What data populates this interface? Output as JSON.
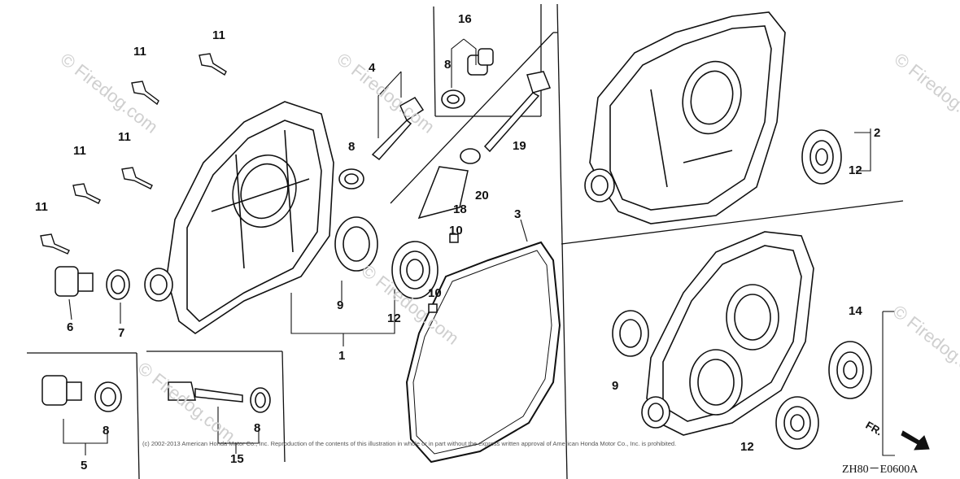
{
  "diagram": {
    "code": "ZH80－E0600A",
    "copyright": "(c) 2002-2013 American Honda Motor Co., Inc. Reproduction of the contents of this illustration in whole or in part without the express written approval of American Honda Motor Co., Inc. is prohibited.",
    "watermark": "© Firedog.com",
    "front_arrow": "FR.",
    "callouts": {
      "c1": "1",
      "c2": "2",
      "c3": "3",
      "c4": "4",
      "c5": "5",
      "c6": "6",
      "c7": "7",
      "c8a": "8",
      "c8b": "8",
      "c8c": "8",
      "c8d": "8",
      "c9a": "9",
      "c9b": "9",
      "c10a": "10",
      "c10b": "10",
      "c11a": "11",
      "c11b": "11",
      "c11c": "11",
      "c11d": "11",
      "c11e": "11",
      "c12a": "12",
      "c12b": "12",
      "c12c": "12",
      "c14": "14",
      "c15": "15",
      "c16": "16",
      "c18": "18",
      "c19": "19",
      "c20": "20"
    }
  }
}
